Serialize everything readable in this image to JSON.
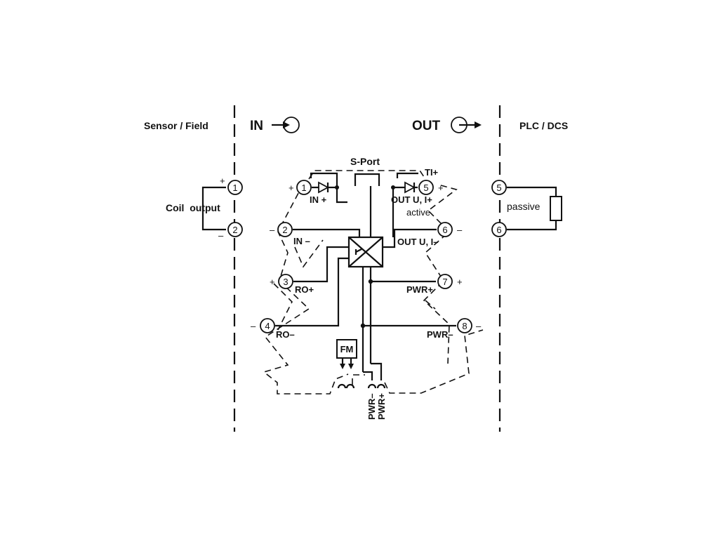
{
  "regions": {
    "sensor_field": "Sensor / Field",
    "in": "IN",
    "out": "OUT",
    "plc_dcs": "PLC / DCS"
  },
  "field": {
    "coil_output": "Coil  output",
    "terminals": [
      "1",
      "2"
    ],
    "plus": "+",
    "minus": "–"
  },
  "plc": {
    "terminals": [
      "5",
      "6"
    ],
    "passive": "passive"
  },
  "device": {
    "sport": "S-Port",
    "ti_plus": "TI+",
    "in_plus": "IN +",
    "in_minus": "IN –",
    "ro_plus": "RO+",
    "ro_minus": "RO–",
    "out_ui_plus": "OUT U, I+",
    "active": "active",
    "out_ui_minus": "OUT U, I–",
    "pwr_plus": "PWR+",
    "pwr_minus": "PWR–",
    "fm": "FM",
    "bus_pwr_minus": "PWR–",
    "bus_pwr_plus": "PWR+",
    "left_terminals": [
      "1",
      "2",
      "3",
      "4"
    ],
    "right_terminals": [
      "5",
      "6",
      "7",
      "8"
    ],
    "plus": "+",
    "minus": "–"
  }
}
